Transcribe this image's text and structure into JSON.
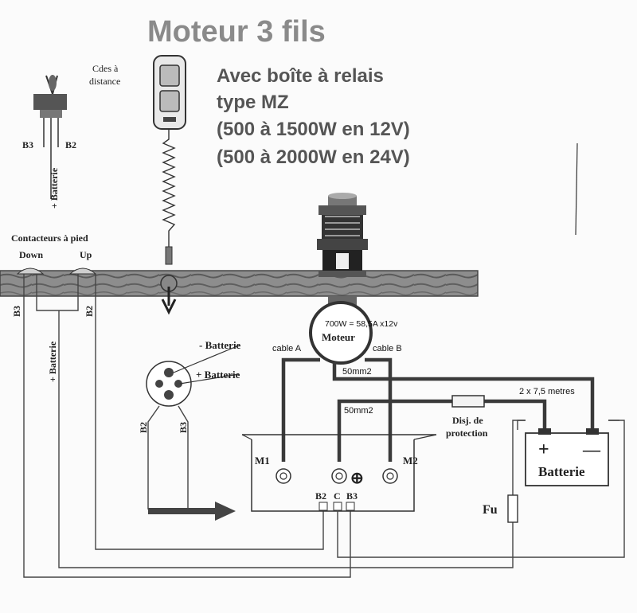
{
  "title": "Moteur 3 fils",
  "subtitle": {
    "line1": "Avec boîte à relais",
    "line2": "type MZ",
    "line3": "(500 à 1500W en 12V)",
    "line4": "(500 à 2000W en 24V)"
  },
  "remote": {
    "label1": "Cdes à",
    "label2": "distance"
  },
  "toggle": {
    "b3": "B3",
    "b2": "B2",
    "batt": "+ Batterie"
  },
  "foot": {
    "title": "Contacteurs à pied",
    "down": "Down",
    "up": "Up",
    "b3": "B3",
    "b2": "B2",
    "batt": "+ Batterie"
  },
  "motor": {
    "power": "700W = 58,5A x12v",
    "name": "Moteur",
    "cable_a": "cable A",
    "cable_b": "cable B"
  },
  "connector": {
    "minus": "- Batterie",
    "plus": "+ Batterie",
    "b2": "B2",
    "b3": "B3"
  },
  "cables": {
    "section1": "50mm2",
    "section2": "50mm2",
    "length": "2 x 7,5 metres"
  },
  "breaker": {
    "line1": "Disj. de",
    "line2": "protection"
  },
  "relay": {
    "m1": "M1",
    "m2": "M2",
    "b2": "B2",
    "c": "C",
    "b3": "B3",
    "plus_symbol": "⊕"
  },
  "battery": {
    "label": "Batterie",
    "plus": "+",
    "minus": "—"
  },
  "fuse": {
    "label": "Fu"
  }
}
